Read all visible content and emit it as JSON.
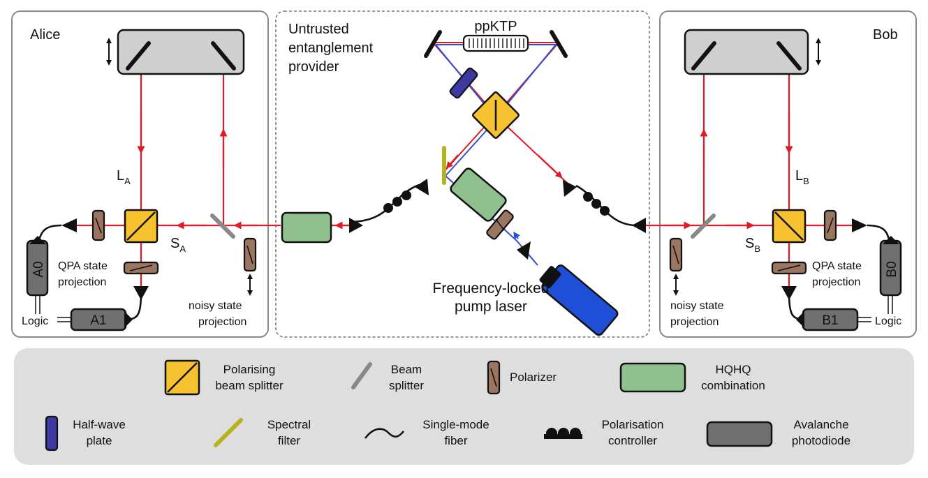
{
  "panels": {
    "alice": {
      "title": "Alice"
    },
    "provider": {
      "title_line1": "Untrusted",
      "title_line2": "entanglement",
      "title_line3": "provider"
    },
    "bob": {
      "title": "Bob"
    }
  },
  "labels": {
    "crystal": "ppKTP",
    "laser_line1": "Frequency-locked",
    "laser_line2": "pump laser",
    "LA": "L",
    "LA_sub": "A",
    "SA": "S",
    "SA_sub": "A",
    "LB": "L",
    "LB_sub": "B",
    "SB": "S",
    "SB_sub": "B",
    "qpa_alice_line1": "QPA state",
    "qpa_alice_line2": "projection",
    "qpa_bob_line1": "QPA state",
    "qpa_bob_line2": "projection",
    "noisy_alice_line1": "noisy state",
    "noisy_alice_line2": "projection",
    "noisy_bob_line1": "noisy state",
    "noisy_bob_line2": "projection",
    "logic_alice": "Logic",
    "logic_bob": "Logic"
  },
  "detectors": {
    "a0": "A0",
    "a1": "A1",
    "b0": "B0",
    "b1": "B1"
  },
  "legend": {
    "pbs_line1": "Polarising",
    "pbs_line2": "beam splitter",
    "bs_line1": "Beam",
    "bs_line2": "splitter",
    "polarizer": "Polarizer",
    "hqhq_line1": "HQHQ",
    "hqhq_line2": "combination",
    "hwp_line1": "Half-wave",
    "hwp_line2": "plate",
    "filter_line1": "Spectral",
    "filter_line2": "filter",
    "fiber_line1": "Single-mode",
    "fiber_line2": "fiber",
    "pc_line1": "Polarisation",
    "pc_line2": "controller",
    "apd_line1": "Avalanche",
    "apd_line2": "photodiode"
  },
  "colors": {
    "beam_red": "#e01b24",
    "beam_blue": "#2a4fd8",
    "pbs_yellow": "#f7c230",
    "polarizer_brown": "#9a7560",
    "hqhq_green": "#8fc08e",
    "hwp_purple": "#3d39a0",
    "filter_olive": "#b6b21e",
    "apd_gray": "#707070",
    "mirror_box": "#cfcfcf",
    "laser_blue": "#1f4fd6",
    "legend_bg": "#dedede"
  }
}
